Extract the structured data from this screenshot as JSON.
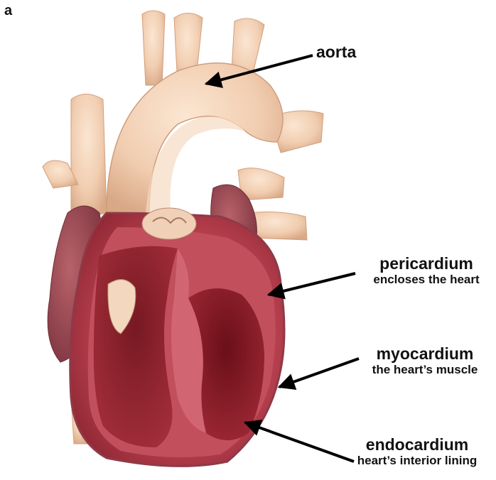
{
  "panel_label": "a",
  "labels": {
    "aorta": {
      "title": "aorta"
    },
    "pericardium": {
      "title": "pericardium",
      "subtitle": "encloses the heart"
    },
    "myocardium": {
      "title": "myocardium",
      "subtitle": "the heart’s muscle"
    },
    "endocardium": {
      "title": "endocardium",
      "subtitle": "heart’s interior lining"
    }
  },
  "colors": {
    "vessel": "#f3d2b4",
    "vessel_shade": "#d9a987",
    "myocardium": "#b8404b",
    "myocardium_light": "#d4727a",
    "cavity": "#7a1620",
    "atrium": "#9b4a52",
    "pericardium_edge": "#8e3a48",
    "arrow": "#000000"
  }
}
